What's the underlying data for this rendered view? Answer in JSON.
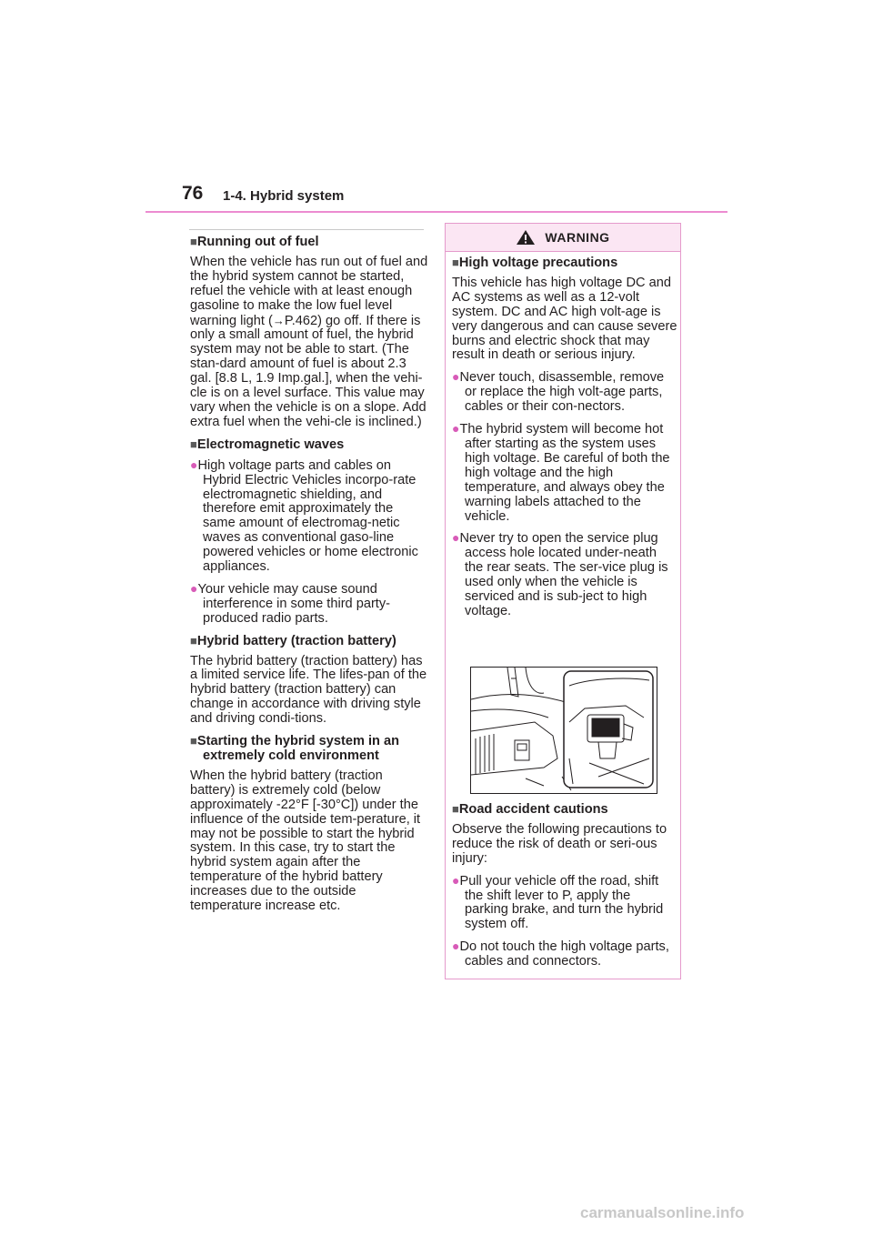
{
  "header": {
    "page_number": "76",
    "section": "1-4. Hybrid system"
  },
  "left_column": {
    "s1": {
      "heading": "Running out of fuel",
      "body": "When the vehicle has run out of fuel and the hybrid system cannot be started, refuel the vehicle with at least enough gasoline to make the low fuel level warning light (",
      "ref": "P.462",
      "body_after": ") go off. If there is only a small amount of fuel, the hybrid system may not be able to start. (The stan-dard amount of fuel is about 2.3 gal. [8.8 L, 1.9 Imp.gal.], when the vehi-cle is on a level surface. This value may vary when the vehicle is on a slope. Add extra fuel when the vehi-cle is inclined.)"
    },
    "s2": {
      "heading": "Electromagnetic waves",
      "bullets": [
        "High voltage parts and cables on Hybrid Electric Vehicles incorpo-rate electromagnetic shielding, and therefore emit approximately the same amount of electromag-netic waves as conventional gaso-line powered vehicles or home electronic appliances.",
        "Your vehicle may cause sound interference in some third party-produced radio parts."
      ]
    },
    "s3": {
      "heading": "Hybrid battery (traction battery)",
      "body": "The hybrid battery (traction battery) has a limited service life. The lifes-pan of the hybrid battery (traction battery) can change in accordance with driving style and driving condi-tions."
    },
    "s4": {
      "heading": "Starting the hybrid system in an extremely cold environment",
      "body": "When the hybrid battery (traction battery) is extremely cold (below approximately -22°F [-30°C]) under the influence of the outside tem-perature, it may not be possible to start the hybrid system. In this case, try to start the hybrid system again after the temperature of the hybrid battery increases due to the outside temperature increase etc."
    }
  },
  "warning": {
    "label": "WARNING",
    "s1": {
      "heading": "High voltage precautions",
      "body": "This vehicle has high voltage DC and AC systems as well as a 12-volt system. DC and AC high volt-age is very dangerous and can cause severe burns and electric shock that may result in death or serious injury.",
      "bullets": [
        "Never touch, disassemble, remove or replace the high volt-age parts, cables or their con-nectors.",
        "The hybrid system will become hot after starting as the system uses high voltage. Be careful of both the high voltage and the high temperature, and always obey the warning labels attached to the vehicle.",
        "Never try to open the service plug access hole located under-neath the rear seats. The ser-vice plug is used only when the vehicle is serviced and is sub-ject to high voltage."
      ]
    },
    "s2": {
      "heading": "Road accident cautions",
      "body": "Observe the following precautions to reduce the risk of death or seri-ous injury:",
      "bullets": [
        "Pull your vehicle off the road, shift the shift lever to P, apply the parking brake, and turn the hybrid system off.",
        "Do not touch the high voltage parts, cables and connectors."
      ]
    }
  },
  "footer": {
    "watermark": "carmanualsonline.info"
  },
  "glyphs": {
    "square": "■",
    "dot": "●",
    "arrow": "→"
  },
  "colors": {
    "accent_rule": "#ec8bd0",
    "warning_fill": "#fbe6f3",
    "warning_border": "#e59acc",
    "bullet": "#d85bb8"
  }
}
